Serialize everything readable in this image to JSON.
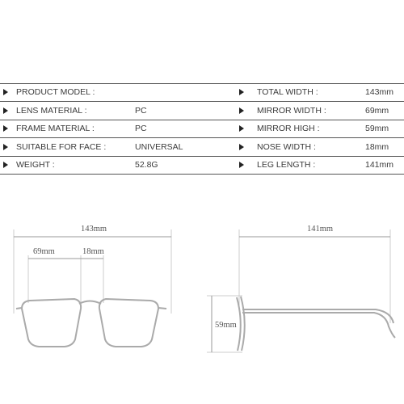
{
  "specs": {
    "left": [
      {
        "label": "PRODUCT MODEL :",
        "value": ""
      },
      {
        "label": "LENS MATERIAL :",
        "value": "PC"
      },
      {
        "label": "FRAME MATERIAL :",
        "value": "PC"
      },
      {
        "label": "SUITABLE FOR FACE :",
        "value": "UNIVERSAL"
      },
      {
        "label": "WEIGHT :",
        "value": "52.8G"
      }
    ],
    "right": [
      {
        "label": "TOTAL WIDTH :",
        "value": "143mm"
      },
      {
        "label": "MIRROR WIDTH :",
        "value": "69mm"
      },
      {
        "label": "MIRROR HIGH :",
        "value": "59mm"
      },
      {
        "label": "NOSE WIDTH :",
        "value": "18mm"
      },
      {
        "label": "LEG LENGTH :",
        "value": "141mm"
      }
    ]
  },
  "diagram": {
    "total_width": "143mm",
    "lens_width": "69mm",
    "bridge_width": "18mm",
    "lens_height": "59mm",
    "temple_length": "141mm"
  },
  "colors": {
    "line": "#555555",
    "arrow": "#222222",
    "frame": "#aaaaaa",
    "dimension": "#cccccc"
  }
}
